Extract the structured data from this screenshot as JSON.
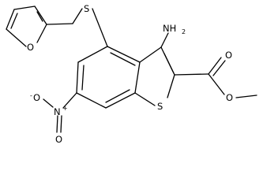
{
  "molecule": {
    "atom_labels": {
      "sulfur_thioether": "S",
      "amino_N": "NH",
      "amino_H_count": "2",
      "furan_O": "O",
      "carbonyl_O": "O",
      "ester_O": "O",
      "ring_S": "S",
      "nitro_N": "N",
      "nitro_O_top": "O",
      "nitro_O_left": "O",
      "charge_plus": "+",
      "charge_minus": "-"
    }
  }
}
